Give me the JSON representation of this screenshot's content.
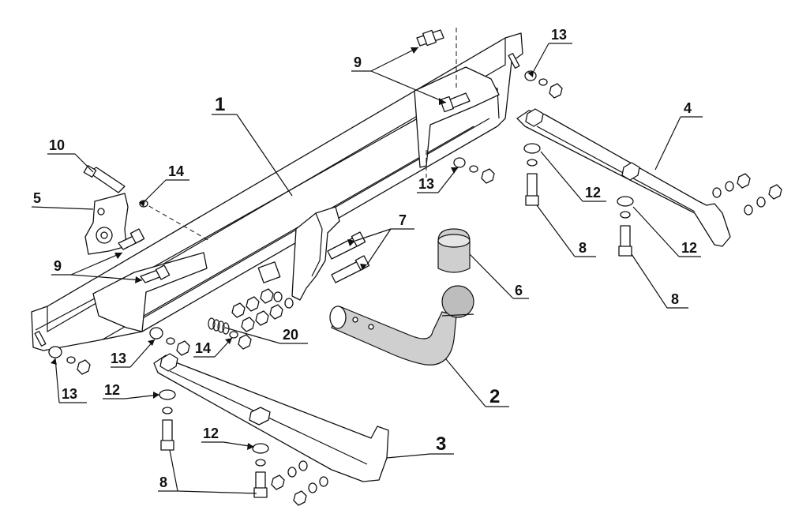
{
  "labels": {
    "l1": "1",
    "l2": "2",
    "l3": "3",
    "l4": "4",
    "l5": "5",
    "l6": "6",
    "l7": "7",
    "l8a": "8",
    "l8b": "8",
    "l8c": "8",
    "l9a": "9",
    "l9b": "9",
    "l10": "10",
    "l12a": "12",
    "l12b": "12",
    "l12c": "12",
    "l12d": "12",
    "l13a": "13",
    "l13b": "13",
    "l13c": "13",
    "l13d": "13",
    "l14a": "14",
    "l14b": "14",
    "l20": "20"
  }
}
